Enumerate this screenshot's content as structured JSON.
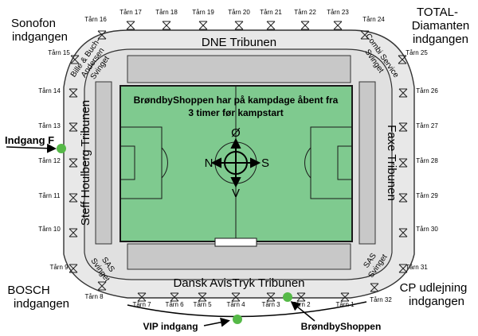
{
  "stands": {
    "north": "DNE Tribunen",
    "south": "Dansk AvisTryk Tribunen",
    "west": "Steff Houlberg Tribunen",
    "east": "Faxe Tribunen"
  },
  "corner_stands": {
    "nw": [
      "Bille & Buch-",
      "Andersen",
      "Svinget"
    ],
    "ne": [
      "Combi Service",
      "Svinget"
    ],
    "sw": [
      "SAS",
      "Svinget"
    ],
    "se": [
      "SAS",
      "Svinget"
    ]
  },
  "entrances": {
    "nw": [
      "Sonofon",
      "indgangen"
    ],
    "ne": [
      "TOTAL-",
      "Diamanten",
      "indgangen"
    ],
    "sw": [
      "BOSCH",
      "indgangen"
    ],
    "se": [
      "CP udlejning",
      "indgangen"
    ],
    "gate_f": "Indgang F",
    "vip": "VIP indgang",
    "shop": "BrøndbyShoppen"
  },
  "notice": [
    "BrøndbyShoppen har på kampdage åbent fra",
    "3 timer før kampstart"
  ],
  "compass": {
    "n": "Ø",
    "s": "V",
    "w": "N",
    "e": "S"
  },
  "towers": {
    "t1": "Tårn 1",
    "t2": "Tårn 2",
    "t3": "Tårn 3",
    "t4": "Tårn 4",
    "t5": "Tårn 5",
    "t6": "Tårn 6",
    "t7": "Tårn 7",
    "t8": "Tårn 8",
    "t9": "Tårn 9",
    "t10": "Tårn 10",
    "t11": "Tårn 11",
    "t12": "Tårn 12",
    "t13": "Tårn 13",
    "t14": "Tårn 14",
    "t15": "Tårn 15",
    "t16": "Tårn 16",
    "t17": "Tårn 17",
    "t18": "Tårn 18",
    "t19": "Tårn 19",
    "t20": "Tårn 20",
    "t21": "Tårn 21",
    "t22": "Tårn 22",
    "t23": "Tårn 23",
    "t24": "Tårn 24",
    "t25": "Tårn 25",
    "t26": "Tårn 26",
    "t27": "Tårn 27",
    "t28": "Tårn 28",
    "t29": "Tårn 29",
    "t30": "Tårn 30",
    "t31": "Tårn 31",
    "t32": "Tårn 32"
  },
  "colors": {
    "pitch": "#7fca8f",
    "pitch_border": "#1a1a1a",
    "concourse": "#e8e8e8",
    "stand_block": "#c8c8c8",
    "marker": "#55b947"
  }
}
